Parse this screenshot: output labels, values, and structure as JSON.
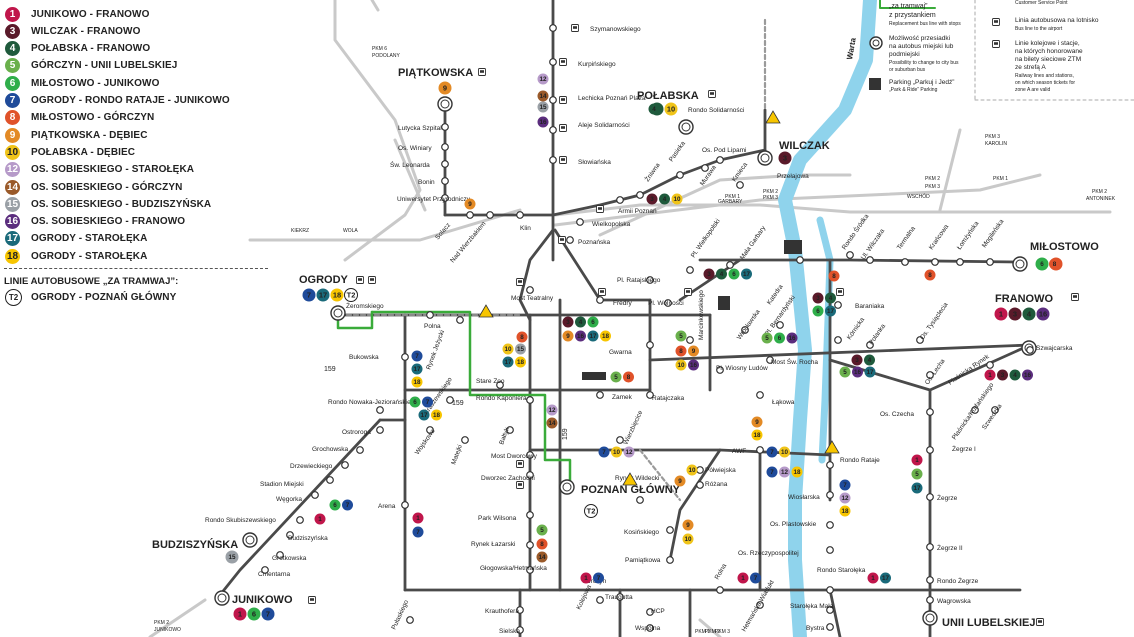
{
  "colors": {
    "track": "#4a4a4a",
    "rail": "#c9c9c9",
    "river": "#8fd3ec",
    "bus_green": "#3aab3a",
    "dashed": "#9a9a9a",
    "line_colors": {
      "1": "#c0164b",
      "3": "#5a1a2a",
      "4": "#1f5a3c",
      "5": "#6ab04c",
      "6": "#2fae4a",
      "7": "#1f4b9a",
      "8": "#e0522a",
      "9": "#e38a25",
      "10": "#f0c419",
      "12": "#b69ac9",
      "14": "#9a5a2a",
      "15": "#9aa0a6",
      "16": "#5b2d7e",
      "17": "#1a6a7a",
      "18": "#f7c500",
      "T2": "#ffffff"
    }
  },
  "legend": {
    "lines": [
      {
        "num": "1",
        "label": "JUNIKOWO - FRANOWO"
      },
      {
        "num": "3",
        "label": "WILCZAK - FRANOWO"
      },
      {
        "num": "4",
        "label": "POŁABSKA - FRANOWO"
      },
      {
        "num": "5",
        "label": "GÓRCZYN - UNII LUBELSKIEJ"
      },
      {
        "num": "6",
        "label": "MIŁOSTOWO - JUNIKOWO"
      },
      {
        "num": "7",
        "label": "OGRODY - RONDO RATAJE - JUNIKOWO"
      },
      {
        "num": "8",
        "label": "MIŁOSTOWO - GÓRCZYN"
      },
      {
        "num": "9",
        "label": "PIĄTKOWSKA - DĘBIEC"
      },
      {
        "num": "10",
        "label": "POŁABSKA - DĘBIEC"
      },
      {
        "num": "12",
        "label": "OS. SOBIESKIEGO - STAROŁĘKA"
      },
      {
        "num": "14",
        "label": "OS. SOBIESKIEGO - GÓRCZYN"
      },
      {
        "num": "15",
        "label": "OS. SOBIESKIEGO - BUDZISZYŃSKA"
      },
      {
        "num": "16",
        "label": "OS. SOBIESKIEGO - FRANOWO"
      },
      {
        "num": "17",
        "label": "OGRODY - STAROŁĘKA"
      },
      {
        "num": "18",
        "label": "OGRODY - STAROŁĘKA"
      }
    ],
    "bus_title": "LINIE AUTOBUSOWE „ZA TRAMWAJ”:",
    "bus_line": {
      "num": "T2",
      "label": "OGRODY - POZNAŃ GŁÓWNY"
    }
  },
  "top_legend": {
    "za_tramwaj": "„za tramwaj”",
    "z_przystankiem": "z przystankiem",
    "replacement": "Replacement bus line with stops",
    "przesiadki": "Możliwość przesiadki",
    "przesiadki2": "na autobus miejski lub",
    "przesiadki3": "podmiejski",
    "przesiadki_en": "Possibility to change to city bus",
    "przesiadki_en2": "or suburban bus",
    "parking": "Parking „Parkuj i Jedź”",
    "parking_en": "„Park & Ride” Parking",
    "customer_service": "Customer Service Point",
    "lotnisko": "Linia autobusowa na lotnisko",
    "lotnisko_en": "Bus line to the airport",
    "kolej1": "Linie kolejowe i stacje,",
    "kolej2": "na bilety sieciowe ZTM",
    "kolej3": "ze strefą A",
    "kolej_en1": "Railway lines and stations,",
    "kolej_en2": "on which season tickets for",
    "kolej_en3": "zone A are valid",
    "honorowane": "na których honorowane"
  },
  "river": {
    "name": "Warta"
  },
  "termini": [
    {
      "name": "PIĄTKOWSKA",
      "lines": [
        "9"
      ]
    },
    {
      "name": "POŁABSKA",
      "lines": [
        "4",
        "10"
      ]
    },
    {
      "name": "WILCZAK",
      "lines": [
        "3"
      ]
    },
    {
      "name": "MIŁOSTOWO",
      "lines": [
        "6",
        "8"
      ]
    },
    {
      "name": "FRANOWO",
      "lines": [
        "1",
        "3",
        "4",
        "16"
      ]
    },
    {
      "name": "OGRODY",
      "lines": [
        "7",
        "17",
        "18",
        "T2"
      ]
    },
    {
      "name": "POZNAŃ GŁÓWNY",
      "lines": [
        "T2"
      ]
    },
    {
      "name": "BUDZISZYŃSKA",
      "lines": [
        "15"
      ]
    },
    {
      "name": "JUNIKOWO",
      "lines": [
        "1",
        "6",
        "7"
      ]
    },
    {
      "name": "UNII LUBELSKIEJ",
      "lines": []
    }
  ],
  "stops": [
    "Szymanowskiego",
    "Kurpińskiego",
    "Lechicka Poznań Plaza",
    "Aleje Solidarności",
    "Słowiańska",
    "Rondo Solidarności",
    "Lutycka Szpital",
    "Os. Winiary",
    "Św. Leonarda",
    "Bonin",
    "Uniwersytet Przyrodniczy",
    "Os. Pod Lipami",
    "Przełajowa",
    "Żniwna",
    "Pasieka",
    "Murawa",
    "Kmieca",
    "Armii Poznań",
    "Wielkopolska",
    "Poznańska",
    "Solacz",
    "Nad Wierzbakiem",
    "Klin",
    "Pl. Ratajskiego",
    "Pl. Wielkopolski",
    "Mała Garbary",
    "Katedra",
    "Rondo Śródka",
    "Ul. Wilczaka",
    "Termalna",
    "Krańcowa",
    "Łomżyńska",
    "Mogileńska",
    "Most Teatralny",
    "Fredry",
    "Pl. Wolności",
    "Baraniaka",
    "Żeromskiego",
    "Polna",
    "Rynek Jeżycki",
    "Gwarna",
    "Marcinkowskiego",
    "Wrocławska",
    "Pl. Bernardyński",
    "Kórnicka",
    "Polanka",
    "Os. Tysiąclecia",
    "Szwajcarska",
    "Bukowska",
    "Stare Zoo",
    "Zamek",
    "Pl. Wiosny Ludów",
    "Most Św. Rocha",
    "Rondo Kaponiera",
    "Ratajczaka",
    "Łąkowa",
    "Os. Lecha",
    "Piaśnicka Rynek",
    "Rondo Nowaka-Jeziorańskiego",
    "Wojskowa",
    "Kraszewskiego",
    "Ostroroga",
    "Matejki",
    "Bałtyk",
    "Os. Czecha",
    "Płaśnicka/Kurfańskiego",
    "Szwedzka",
    "Grochowska",
    "Drzewieckiego",
    "Most Dworcowy",
    "Dworzec Zachodni",
    "Wierzbięcice",
    "Półwiejska",
    "Różana",
    "AWF",
    "Rondo Rataje",
    "Wiosłarska",
    "Żegrze I",
    "Stadion Miejski",
    "Węgorka",
    "Rynek Wildecki",
    "Arena",
    "Park Wilsona",
    "Kosińskiego",
    "Os. Plastowskie",
    "Żegrze",
    "Rondo Skubiszewskiego",
    "Budziszyńska",
    "Grotkowska",
    "Cmentarna",
    "Rynek Łazarski",
    "Głogowska/Hetmańska",
    "Pamiątkowa",
    "Os. Rzeczypospolitej",
    "Żegrze II",
    "Rolna",
    "Rondo Starołęka",
    "Rondo Żegrze",
    "Krauthofera",
    "Traugutta",
    "HCP",
    "Wspólna",
    "Hetmańska Wiadukt",
    "Starołęka Mała",
    "Bystra",
    "Wagrowska",
    "Kolejowa",
    "Górczyn",
    "Sielska",
    "Pułaskiego"
  ],
  "rail_labels": [
    "PKM 6",
    "PODOLANY",
    "PKM 3",
    "KAROLIN",
    "PKM 1",
    "PKM 2",
    "PKM 3",
    "WSCHÓD",
    "PKM 1",
    "PKM 2",
    "PKM 3",
    "GARBARY",
    "PKM 2",
    "ANTONINEK",
    "KIEKRZ",
    "WOLA",
    "PKM 2",
    "JUNIKOWO",
    "PKM 1",
    "PKM 2",
    "PKM 3"
  ],
  "misc": {
    "bus159": "159"
  }
}
